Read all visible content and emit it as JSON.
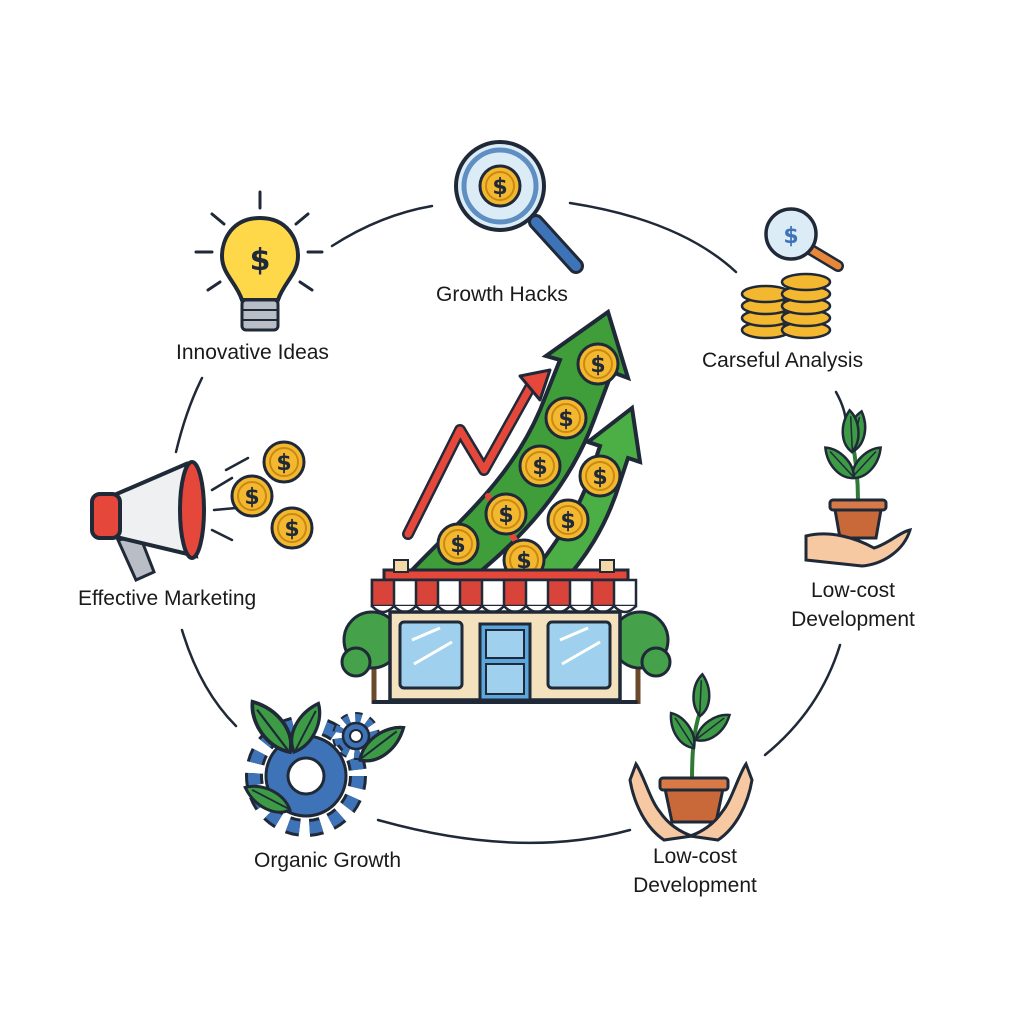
{
  "nodes": {
    "growth_hacks": {
      "label": "Growth Hacks",
      "icon": "magnifier-coin-icon"
    },
    "innovative_ideas": {
      "label": "Innovative Ideas",
      "icon": "lightbulb-dollar-icon"
    },
    "careful_analysis": {
      "label": "Carseful Analysis",
      "icon": "coin-stacks-magnifier-icon"
    },
    "effective_marketing": {
      "label": "Effective Marketing",
      "icon": "megaphone-coins-icon"
    },
    "low_cost_right": {
      "line1": "Low-cost",
      "line2": "Development",
      "icon": "hand-plant-icon"
    },
    "organic_growth": {
      "label": "Organic Growth",
      "icon": "gears-leaves-icon"
    },
    "low_cost_bottom": {
      "line1": "Low-cost",
      "line2": "Development",
      "icon": "hands-plant-icon"
    }
  },
  "center": {
    "icon": "storefront-growth-arrows-icon",
    "coin_symbol": "$"
  },
  "colors": {
    "outline": "#1f2937",
    "coin": "#f4b830",
    "arrow_green": "#3f9e3a",
    "arrow_red": "#e5483b",
    "glass": "#9fd1ef",
    "awning_red": "#d9443a",
    "bulb": "#ffd84a",
    "leaf": "#3d9b45",
    "pot": "#c9693a",
    "skin": "#f6c9a3",
    "gear_blue": "#3f73b8"
  }
}
